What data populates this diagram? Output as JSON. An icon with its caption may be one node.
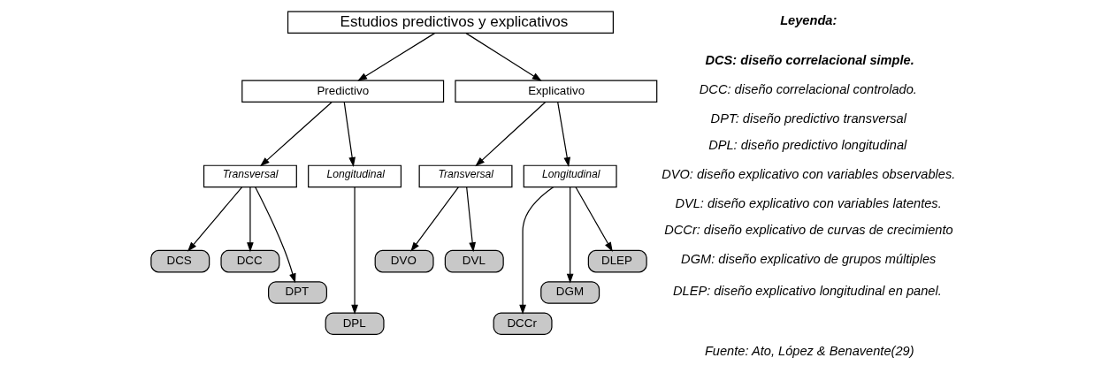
{
  "diagram": {
    "nodes": [
      {
        "text": [
          "Estudios predictivos y explicativos"
        ]
      },
      {
        "text": [
          "Predictivo"
        ]
      },
      {
        "text": [
          "Explicativo"
        ]
      },
      {
        "text": [
          "Transversal"
        ]
      },
      {
        "text": [
          "Longitudinal"
        ]
      },
      {
        "text": [
          "Transversal"
        ]
      },
      {
        "text": [
          "Longitudinal"
        ]
      },
      {
        "text": [
          "DCS"
        ]
      },
      {
        "text": [
          "DCC"
        ]
      },
      {
        "text": [
          "DPT"
        ]
      },
      {
        "text": [
          "DPL"
        ]
      },
      {
        "text": [
          "DVO"
        ]
      },
      {
        "text": [
          "DVL"
        ]
      },
      {
        "text": [
          "DCCr"
        ]
      },
      {
        "text": [
          "DGM"
        ]
      },
      {
        "text": [
          "DLEP"
        ]
      }
    ],
    "edges": [
      {
        "from": 0,
        "to": 1,
        "arrow": "to"
      },
      {
        "from": 0,
        "to": 2,
        "arrow": "to"
      },
      {
        "from": 1,
        "to": 3,
        "arrow": "to"
      },
      {
        "from": 1,
        "to": 4,
        "arrow": "to"
      },
      {
        "from": 2,
        "to": 5,
        "arrow": "to"
      },
      {
        "from": 2,
        "to": 6,
        "arrow": "to"
      },
      {
        "from": 3,
        "to": 7,
        "arrow": "to"
      },
      {
        "from": 3,
        "to": 8,
        "arrow": "to"
      },
      {
        "from": 3,
        "to": 9,
        "arrow": "to"
      },
      {
        "from": 4,
        "to": 10,
        "arrow": "to"
      },
      {
        "from": 5,
        "to": 11,
        "arrow": "to"
      },
      {
        "from": 5,
        "to": 12,
        "arrow": "to"
      },
      {
        "from": 6,
        "to": 13,
        "arrow": "to"
      },
      {
        "from": 6,
        "to": 14,
        "arrow": "to"
      },
      {
        "from": 6,
        "to": 15,
        "arrow": "to"
      }
    ],
    "labels": [
      "Leyenda:",
      "DCS: diseño correlacional simple.",
      "DCC: diseño correlacional controlado.",
      "DPT: diseño predictivo transversal",
      "DPL: diseño predictivo longitudinal",
      "DVO: diseño explicativo con variables observables.",
      "DVL: diseño explicativo con variables latentes.",
      "DCCr: diseño explicativo de curvas de crecimiento",
      "DGM: diseño explicativo de grupos múltiples",
      "DLEP: diseño explicativo longitudinal en panel.",
      "Fuente: Ato, López & Benavente(29)"
    ]
  }
}
